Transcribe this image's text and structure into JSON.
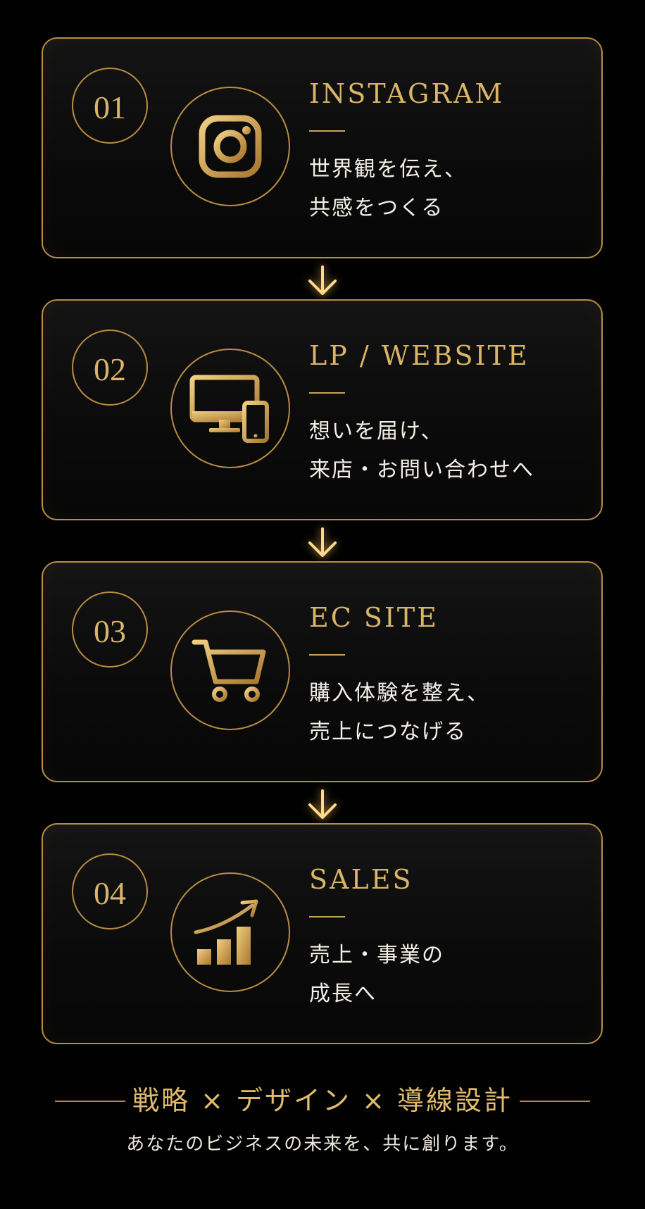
{
  "steps": [
    {
      "number": "01",
      "title": "INSTAGRAM",
      "lines": [
        "世界観を伝え、",
        "共感をつくる"
      ],
      "icon": "instagram-icon"
    },
    {
      "number": "02",
      "title": "LP / WEBSITE",
      "lines": [
        "想いを届け、",
        "来店・お問い合わせへ"
      ],
      "icon": "devices-icon"
    },
    {
      "number": "03",
      "title": "EC SITE",
      "lines": [
        "購入体験を整え、",
        "売上につなげる"
      ],
      "icon": "shopping-cart-icon"
    },
    {
      "number": "04",
      "title": "SALES",
      "lines": [
        "売上・事業の",
        "成長へ"
      ],
      "icon": "growth-chart-icon"
    }
  ],
  "footer": {
    "tagline": "戦略 × デザイン × 導線設計",
    "subline": "あなたのビジネスの未来を、共に創ります。"
  },
  "colors": {
    "gold": "#d9b56a",
    "border": "#b88d43",
    "background": "#000000",
    "text": "#f4f0e6"
  }
}
